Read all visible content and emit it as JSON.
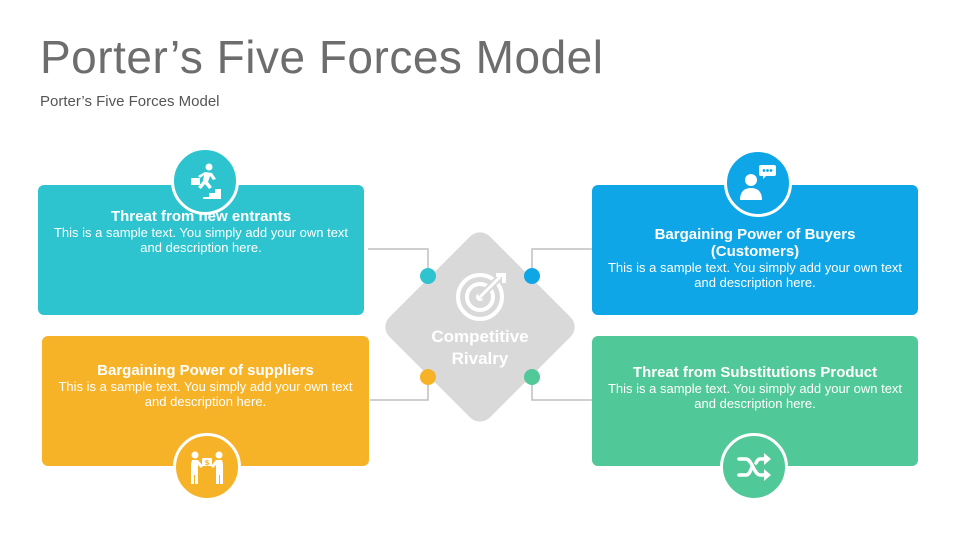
{
  "title": "Porter’s Five Forces Model",
  "subtitle": "Porter’s Five Forces Model",
  "colors": {
    "teal": "#2ec4cf",
    "blue": "#0ea6e6",
    "orange": "#f7b328",
    "green": "#51c898",
    "diamond": "#d9d9d9",
    "connector": "#bfbfbf"
  },
  "center": {
    "line1": "Competitive",
    "line2": "Rivalry",
    "icon": "target-icon"
  },
  "forces": {
    "top_left": {
      "title": "Threat from new entrants",
      "desc": "This is a sample text. You simply add your own text and description here.",
      "icon": "climbing-stairs-icon"
    },
    "top_right": {
      "title_line1": "Bargaining Power of Buyers",
      "title_line2": "(Customers)",
      "desc": "This is a sample text. You simply add your own text and description here.",
      "icon": "customer-chat-icon"
    },
    "bottom_left": {
      "title": "Bargaining Power of suppliers",
      "desc": "This is a sample text. You simply add your own text and description here.",
      "icon": "handshake-exchange-icon"
    },
    "bottom_right": {
      "title": "Threat from Substitutions Product",
      "desc": "This is a sample text. You simply add your own text and description here.",
      "icon": "shuffle-icon"
    }
  }
}
